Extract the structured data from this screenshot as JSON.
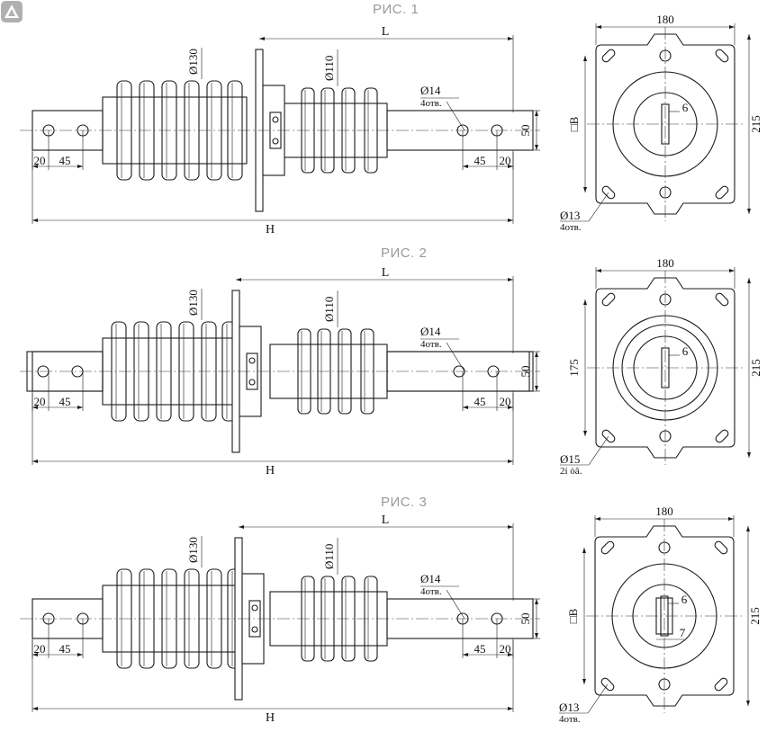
{
  "figures": [
    {
      "caption": "РИС. 1",
      "side": {
        "L": "L",
        "H": "H",
        "d_big": "Ø130",
        "d_small": "Ø110",
        "holes": "Ø14",
        "holes_count": "4отв.",
        "left_a": "20",
        "left_b": "45",
        "right_a": "45",
        "right_b": "20",
        "bar": "50"
      },
      "plan": {
        "width": "180",
        "height": "215",
        "inner": "□В",
        "slot": "6",
        "slot2": "",
        "mount": "Ø13",
        "mount_count": "4отв."
      }
    },
    {
      "caption": "РИС. 2",
      "side": {
        "L": "L",
        "H": "H",
        "d_big": "Ø130",
        "d_small": "Ø110",
        "holes": "Ø14",
        "holes_count": "4отв.",
        "left_a": "20",
        "left_b": "45",
        "right_a": "45",
        "right_b": "20",
        "bar": "50"
      },
      "plan": {
        "width": "180",
        "height": "215",
        "inner": "175",
        "slot": "6",
        "slot2": "",
        "mount": "Ø15",
        "mount_count": "2í òâ."
      }
    },
    {
      "caption": "РИС. 3",
      "side": {
        "L": "L",
        "H": "H",
        "d_big": "Ø130",
        "d_small": "Ø110",
        "holes": "Ø14",
        "holes_count": "4отв.",
        "left_a": "20",
        "left_b": "45",
        "right_a": "45",
        "right_b": "20",
        "bar": "50"
      },
      "plan": {
        "width": "180",
        "height": "215",
        "inner": "□В",
        "slot": "6",
        "slot2": "7",
        "mount": "Ø13",
        "mount_count": "4отв."
      }
    }
  ],
  "icons": {
    "watermark": "logo-triangle-icon"
  },
  "colors": {
    "line": "#1a1a1a",
    "caption": "#9a9a9a",
    "watermark": "#9a9a9a"
  }
}
